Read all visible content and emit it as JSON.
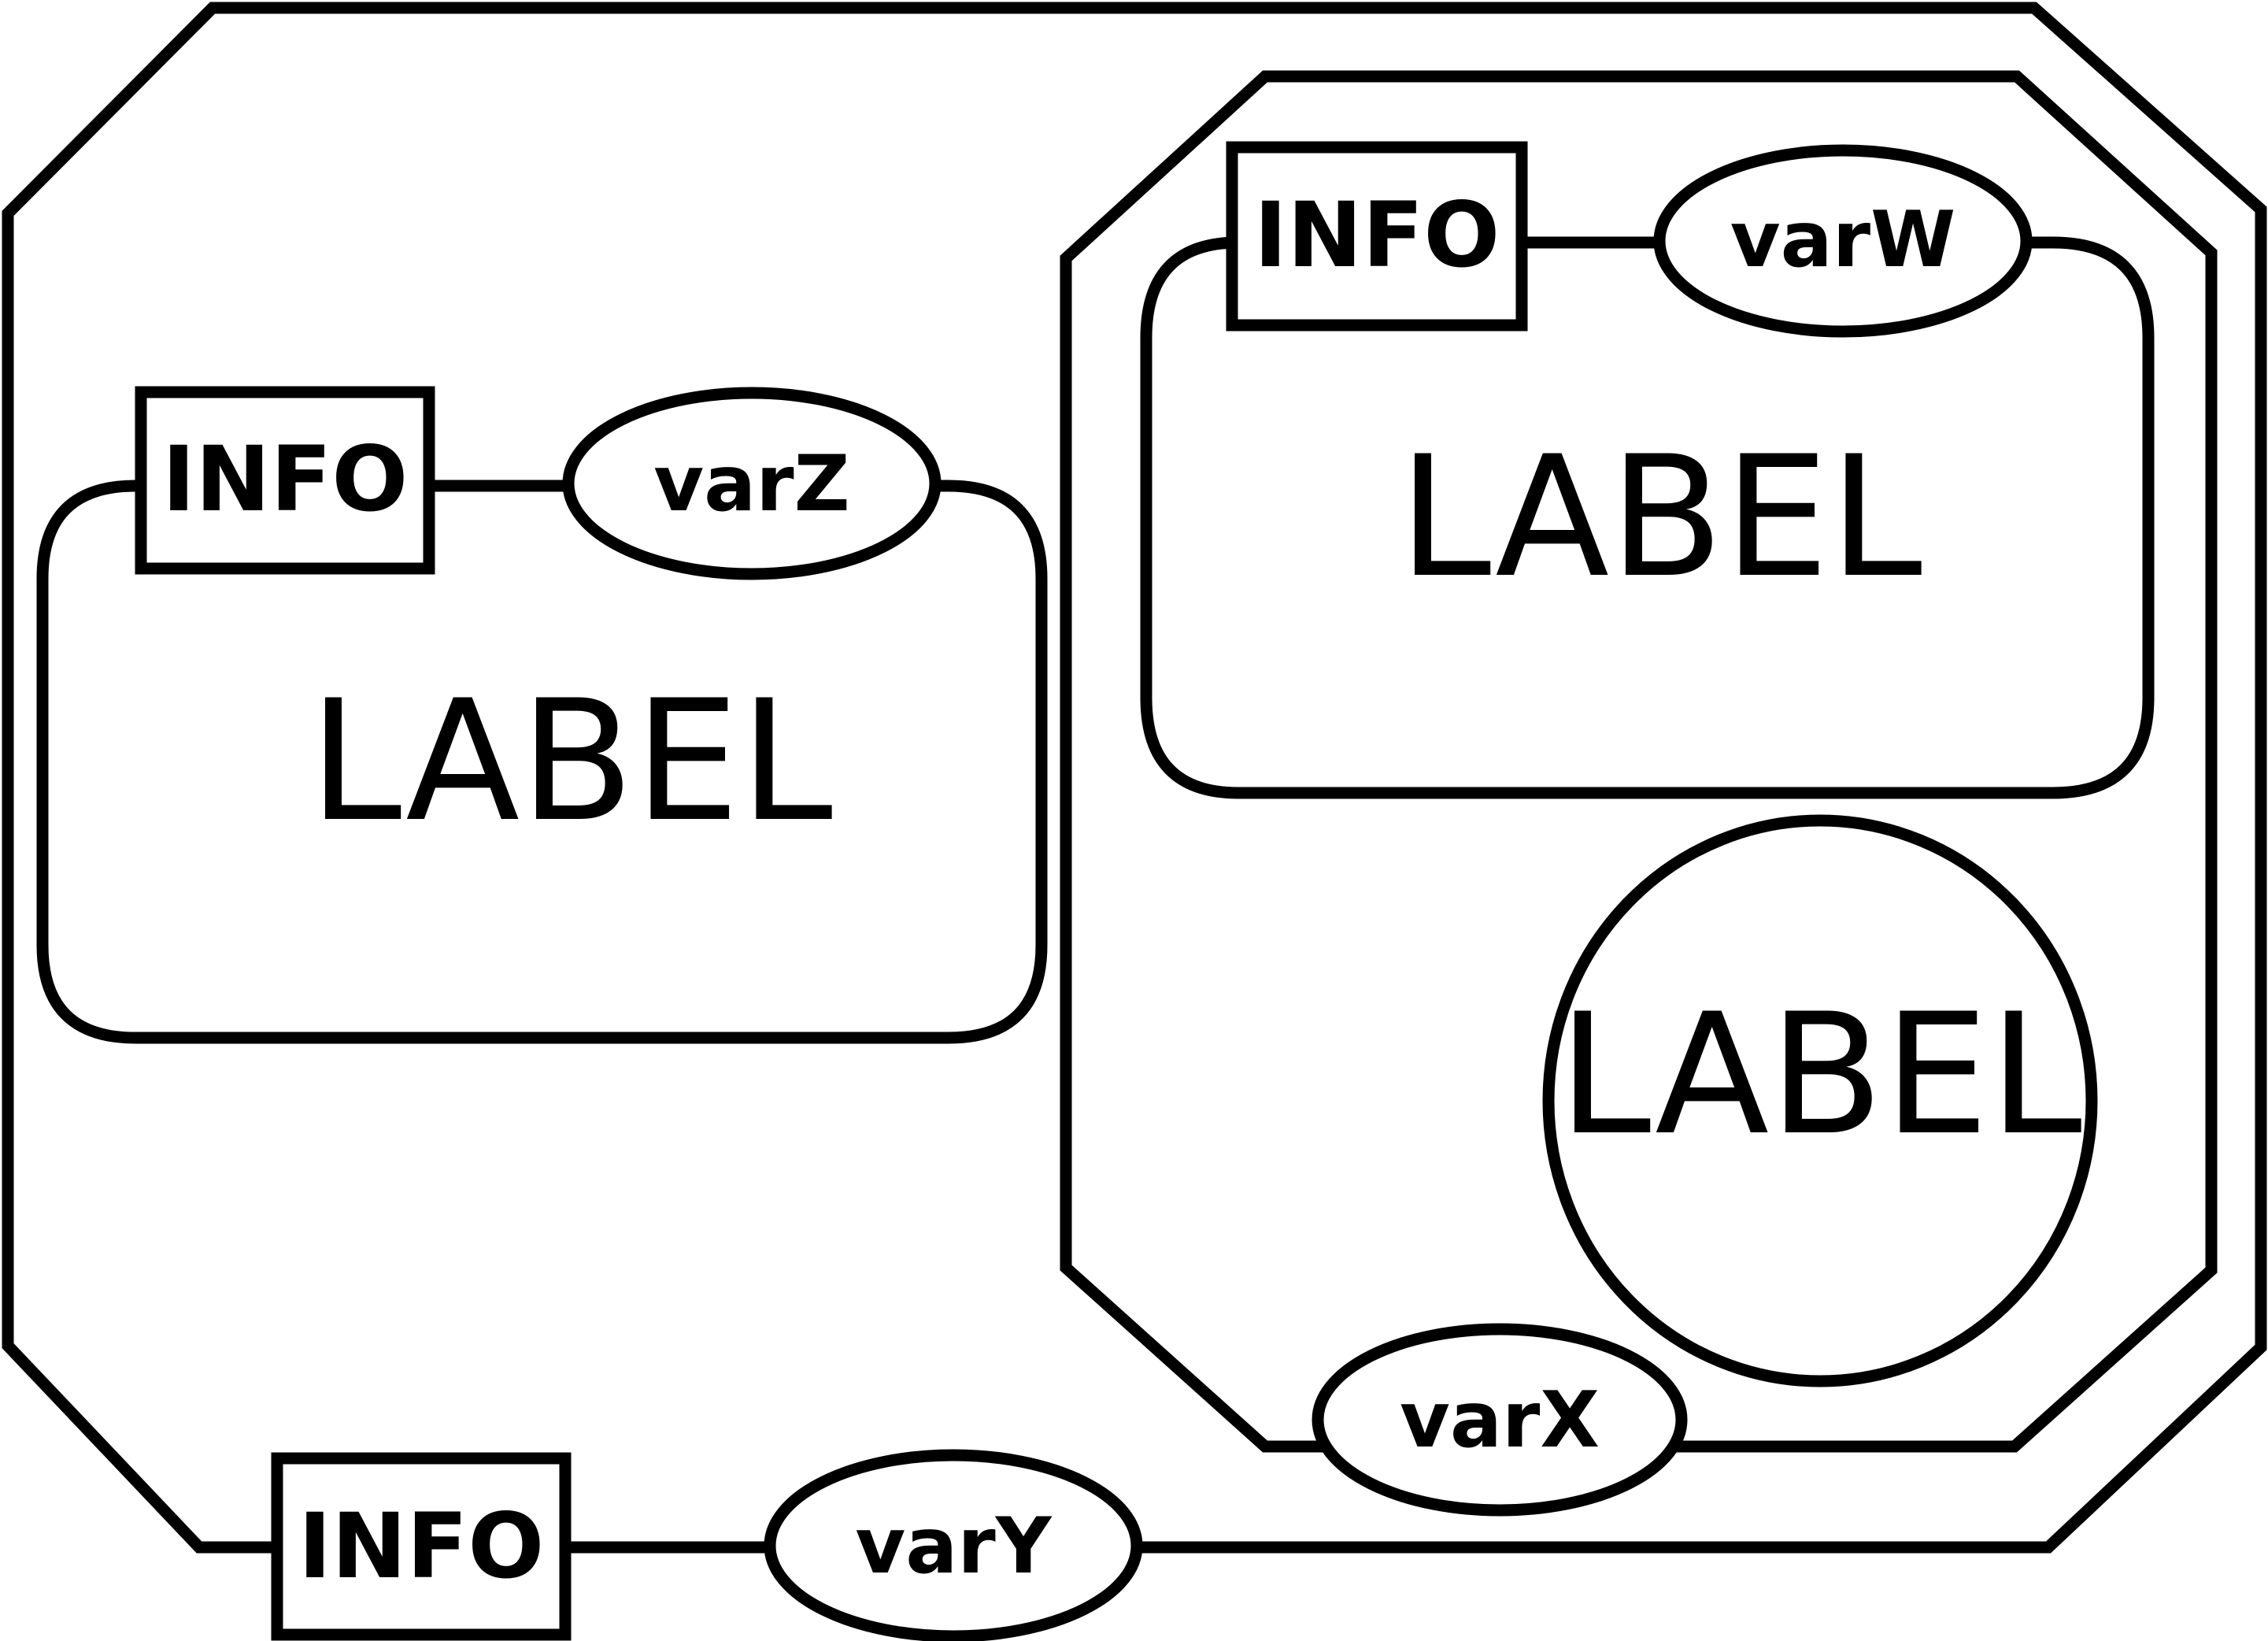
{
  "diagram": {
    "outer": {
      "info": "INFO",
      "var": "varY"
    },
    "left_compartment": {
      "label": "LABEL",
      "info": "INFO",
      "var": "varZ"
    },
    "inner_complex": {
      "var": "varX",
      "compartment": {
        "label": "LABEL",
        "info": "INFO",
        "var": "varW"
      },
      "circle": {
        "label": "LABEL"
      }
    },
    "colors": {
      "stroke": "#000000",
      "fill": "#ffffff"
    }
  }
}
